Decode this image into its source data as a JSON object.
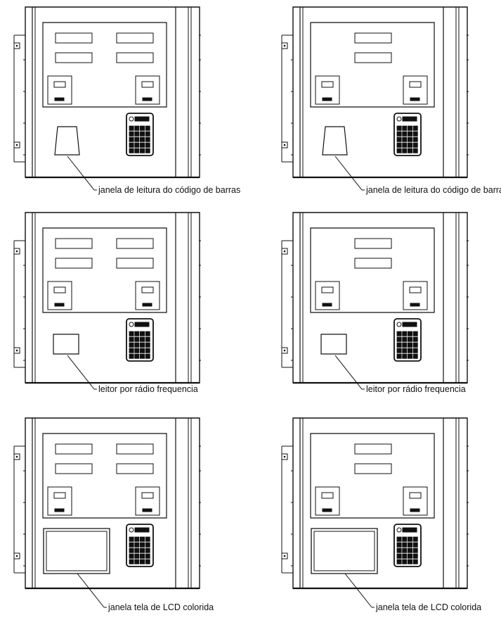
{
  "colors": {
    "line": "#111111",
    "background": "#ffffff"
  },
  "panels": [
    {
      "reader": "barcode",
      "displays": "double",
      "label": "janela de leitura do código de barras"
    },
    {
      "reader": "barcode",
      "displays": "single",
      "label": "janela de leitura do código de barras"
    },
    {
      "reader": "rfid",
      "displays": "double",
      "label": "leitor por rádio frequencia"
    },
    {
      "reader": "rfid",
      "displays": "single",
      "label": "leitor por rádio frequencia"
    },
    {
      "reader": "lcd",
      "displays": "double",
      "label": "janela tela de LCD colorida"
    },
    {
      "reader": "lcd",
      "displays": "single",
      "label": "janela tela de LCD colorida"
    }
  ]
}
